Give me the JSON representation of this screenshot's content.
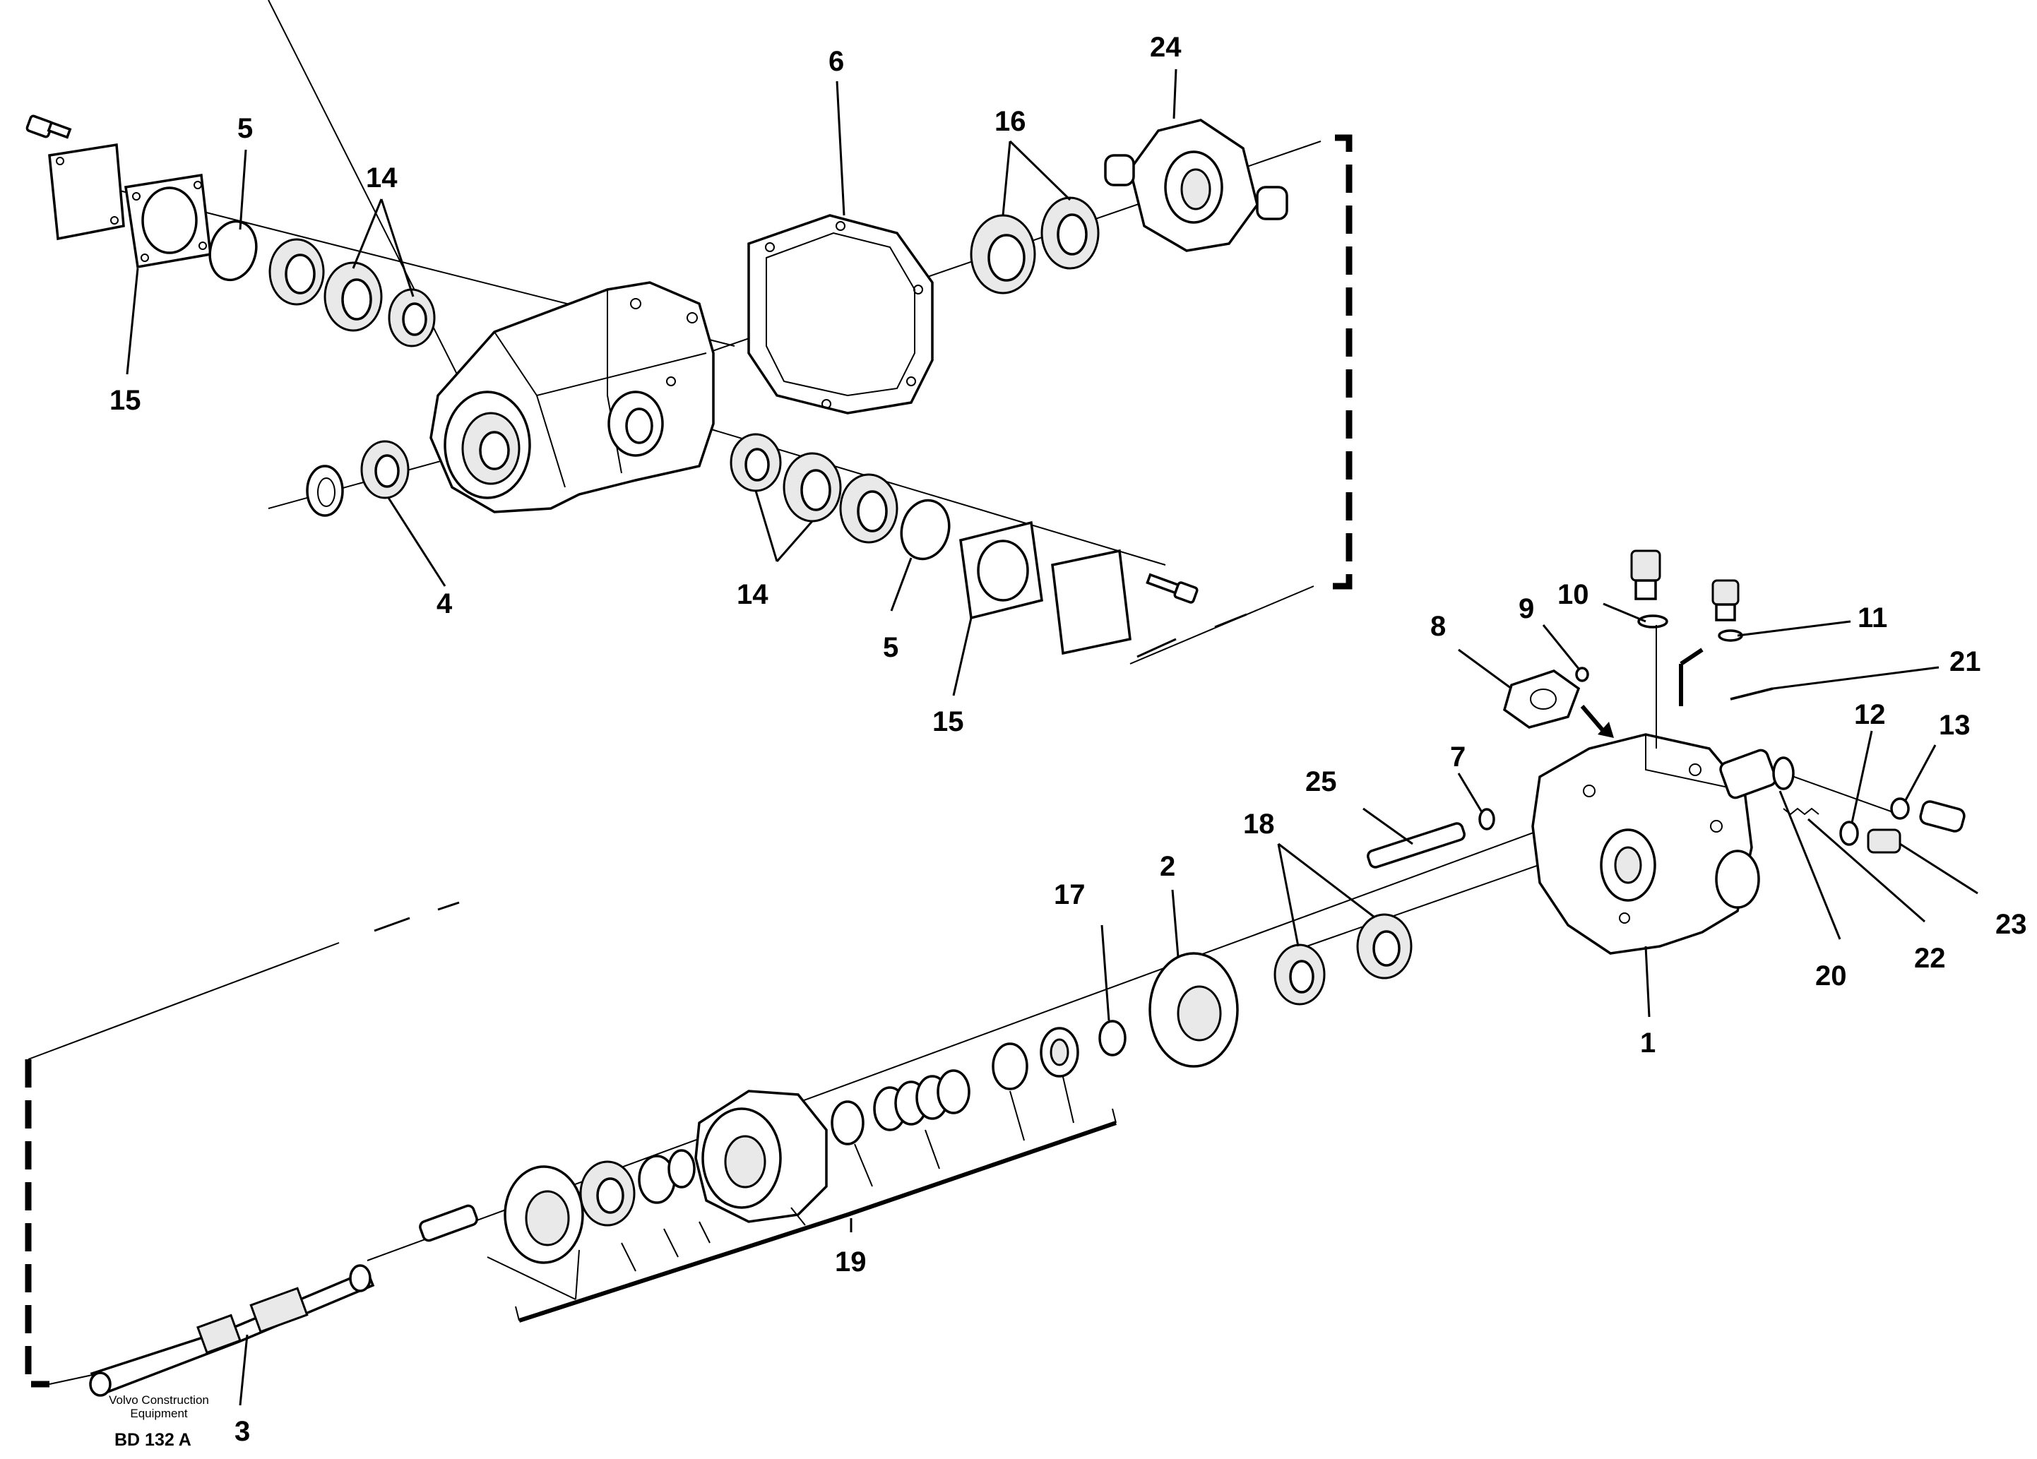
{
  "diagram": {
    "callouts": [
      {
        "id": "c1",
        "text": "1"
      },
      {
        "id": "c2",
        "text": "2"
      },
      {
        "id": "c3",
        "text": "3"
      },
      {
        "id": "c4",
        "text": "4"
      },
      {
        "id": "c5a",
        "text": "5"
      },
      {
        "id": "c5b",
        "text": "5"
      },
      {
        "id": "c6",
        "text": "6"
      },
      {
        "id": "c7",
        "text": "7"
      },
      {
        "id": "c8",
        "text": "8"
      },
      {
        "id": "c9",
        "text": "9"
      },
      {
        "id": "c10",
        "text": "10"
      },
      {
        "id": "c11",
        "text": "11"
      },
      {
        "id": "c12",
        "text": "12"
      },
      {
        "id": "c13",
        "text": "13"
      },
      {
        "id": "c14a",
        "text": "14"
      },
      {
        "id": "c14b",
        "text": "14"
      },
      {
        "id": "c15a",
        "text": "15"
      },
      {
        "id": "c15b",
        "text": "15"
      },
      {
        "id": "c16",
        "text": "16"
      },
      {
        "id": "c17",
        "text": "17"
      },
      {
        "id": "c18",
        "text": "18"
      },
      {
        "id": "c19",
        "text": "19"
      },
      {
        "id": "c20",
        "text": "20"
      },
      {
        "id": "c21",
        "text": "21"
      },
      {
        "id": "c22",
        "text": "22"
      },
      {
        "id": "c23",
        "text": "23"
      },
      {
        "id": "c24",
        "text": "24"
      },
      {
        "id": "c25",
        "text": "25"
      }
    ],
    "logo_line1": "Volvo Construction",
    "logo_line2": "Equipment",
    "drawing_code": "BD 132 A"
  }
}
